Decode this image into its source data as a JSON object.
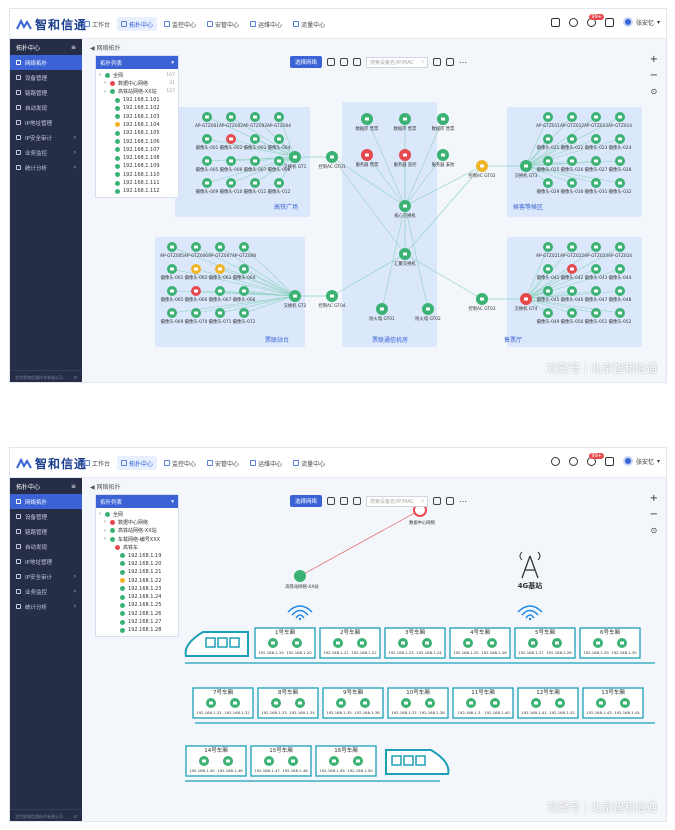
{
  "brand": {
    "name": "智和信通"
  },
  "nav": [
    {
      "label": "工作台",
      "active": false
    },
    {
      "label": "拓扑中心",
      "active": true
    },
    {
      "label": "监控中心",
      "active": false
    },
    {
      "label": "安管中心",
      "active": false
    },
    {
      "label": "运维中心",
      "active": false
    },
    {
      "label": "流量中心",
      "active": false
    }
  ],
  "user": {
    "name": "张安忆",
    "badge": "99+"
  },
  "sidebar": {
    "header": "拓扑中心",
    "items": [
      {
        "label": "网络拓扑",
        "active": true,
        "arrow": false
      },
      {
        "label": "设备管理",
        "active": false,
        "arrow": false
      },
      {
        "label": "链路管理",
        "active": false,
        "arrow": false
      },
      {
        "label": "自动发现",
        "active": false,
        "arrow": false
      },
      {
        "label": "IP地址管理",
        "active": false,
        "arrow": false
      },
      {
        "label": "IP安全审计",
        "active": false,
        "arrow": true
      },
      {
        "label": "业务监控",
        "active": false,
        "arrow": true
      },
      {
        "label": "统计分析",
        "active": false,
        "arrow": true
      }
    ],
    "footer": "北京智和信通技术有限公司"
  },
  "breadcrumb": "网络拓扑",
  "toolbar": {
    "button": "选择网络",
    "search_placeholder": "搜索设备名/IP/MAC"
  },
  "screen1": {
    "panel_title": "拓扑列表",
    "tree": [
      {
        "text": "全网",
        "indent": 0,
        "color": "#3bb273",
        "count": "107"
      },
      {
        "text": "数据中心网络",
        "indent": 1,
        "color": "#e5484d",
        "count": "31"
      },
      {
        "text": "高铁站网络-XX站",
        "indent": 1,
        "color": "#3bb273",
        "count": "127"
      },
      {
        "text": "192.168.1.101",
        "indent": 2,
        "color": "#3bb273",
        "count": ""
      },
      {
        "text": "192.168.1.102",
        "indent": 2,
        "color": "#3bb273",
        "count": ""
      },
      {
        "text": "192.168.1.103",
        "indent": 2,
        "color": "#3bb273",
        "count": ""
      },
      {
        "text": "192.168.1.104",
        "indent": 2,
        "color": "#f0b429",
        "count": ""
      },
      {
        "text": "192.168.1.105",
        "indent": 2,
        "color": "#3bb273",
        "count": ""
      },
      {
        "text": "192.168.1.106",
        "indent": 2,
        "color": "#3bb273",
        "count": ""
      },
      {
        "text": "192.168.1.107",
        "indent": 2,
        "color": "#3bb273",
        "count": ""
      },
      {
        "text": "192.168.1.108",
        "indent": 2,
        "color": "#3bb273",
        "count": ""
      },
      {
        "text": "192.168.1.109",
        "indent": 2,
        "color": "#3bb273",
        "count": ""
      },
      {
        "text": "192.168.1.110",
        "indent": 2,
        "color": "#3bb273",
        "count": ""
      },
      {
        "text": "192.168.1.111",
        "indent": 2,
        "color": "#3bb273",
        "count": ""
      },
      {
        "text": "192.168.1.112",
        "indent": 2,
        "color": "#3bb273",
        "count": ""
      }
    ],
    "areas": [
      {
        "label": "高铁广场"
      },
      {
        "label": "候客等候区"
      },
      {
        "label": "售票厅"
      },
      {
        "label": "票联站台"
      },
      {
        "label": "票联通信机房"
      }
    ],
    "core": {
      "label": "核心交换机"
    },
    "agg": {
      "label": "汇聚交换机"
    },
    "servers": [
      {
        "label": "数据库 售票"
      },
      {
        "label": "数据库 售票"
      },
      {
        "label": "数据库 售票"
      },
      {
        "label": "服务器 售票"
      },
      {
        "label": "服务器 监控"
      },
      {
        "label": "服务器 安防"
      }
    ],
    "firewalls": [
      {
        "label": "防火墙 GT01"
      },
      {
        "label": "防火墙 GT02"
      }
    ],
    "acs": [
      {
        "label": "控制AC GT01"
      },
      {
        "label": "控制AC GT02"
      },
      {
        "label": "控制AC GT03"
      },
      {
        "label": "控制AC GT04"
      }
    ],
    "switches": [
      {
        "label": "交换机 GT1"
      },
      {
        "label": "交换机 GT3"
      },
      {
        "label": "交换机 GT4"
      },
      {
        "label": "交换机 GT2"
      }
    ],
    "cams_tl": [
      "摄像头-001",
      "摄像头-002",
      "摄像头-003",
      "摄像头-004",
      "摄像头-005",
      "摄像头-006",
      "摄像头-007",
      "摄像头-008",
      "摄像头-009",
      "摄像头-010",
      "摄像头-011",
      "摄像头-012"
    ],
    "cams_tr": [
      "摄像头-021",
      "摄像头-022",
      "摄像头-023",
      "摄像头-024",
      "摄像头-025",
      "摄像头-026",
      "摄像头-027",
      "摄像头-028",
      "摄像头-029",
      "摄像头-030",
      "摄像头-031",
      "摄像头-032"
    ],
    "cams_bl": [
      "摄像头-061",
      "摄像头-062",
      "摄像头-063",
      "摄像头-064",
      "摄像头-065",
      "摄像头-066",
      "摄像头-067",
      "摄像头-068",
      "摄像头-069",
      "摄像头-070",
      "摄像头-071",
      "摄像头-072"
    ],
    "cams_br": [
      "摄像头-041",
      "摄像头-042",
      "摄像头-043",
      "摄像头-044",
      "摄像头-045",
      "摄像头-046",
      "摄像头-047",
      "摄像头-048",
      "摄像头-049",
      "摄像头-050",
      "摄像头-051",
      "摄像头-052"
    ],
    "aps_tl": [
      "AP-GTZ001",
      "AP-GTZ002",
      "AP-GTZ003",
      "AP-GTZ004"
    ],
    "aps_tr": [
      "AP-GTZ011",
      "AP-GTZ012",
      "AP-GTZ013",
      "AP-GTZ014"
    ],
    "aps_bl": [
      "AP-GTZ005",
      "AP-GTZ006",
      "AP-GTZ007",
      "AP-GTZ008"
    ],
    "aps_br": [
      "AP-GTZ021",
      "AP-GTZ022",
      "AP-GTZ023",
      "AP-GTZ024"
    ]
  },
  "screen2": {
    "panel_title": "拓扑列表",
    "tree": [
      {
        "text": "全网",
        "indent": 0,
        "color": "#3bb273",
        "count": ""
      },
      {
        "text": "数据中心网络",
        "indent": 1,
        "color": "#e5484d",
        "count": ""
      },
      {
        "text": "高铁站网络-XX站",
        "indent": 1,
        "color": "#3bb273",
        "count": ""
      },
      {
        "text": "车载网络-编号XXX",
        "indent": 1,
        "color": "#3bb273",
        "count": ""
      },
      {
        "text": "高铁车",
        "indent": 2,
        "color": "#e5484d",
        "count": ""
      },
      {
        "text": "192.168.1.19",
        "indent": 3,
        "color": "#3bb273",
        "count": ""
      },
      {
        "text": "192.168.1.20",
        "indent": 3,
        "color": "#3bb273",
        "count": ""
      },
      {
        "text": "192.168.1.21",
        "indent": 3,
        "color": "#3bb273",
        "count": ""
      },
      {
        "text": "192.168.1.22",
        "indent": 3,
        "color": "#f0b429",
        "count": ""
      },
      {
        "text": "192.168.1.23",
        "indent": 3,
        "color": "#3bb273",
        "count": ""
      },
      {
        "text": "192.168.1.24",
        "indent": 3,
        "color": "#3bb273",
        "count": ""
      },
      {
        "text": "192.168.1.25",
        "indent": 3,
        "color": "#3bb273",
        "count": ""
      },
      {
        "text": "192.168.1.26",
        "indent": 3,
        "color": "#3bb273",
        "count": ""
      },
      {
        "text": "192.168.1.27",
        "indent": 3,
        "color": "#3bb273",
        "count": ""
      },
      {
        "text": "192.168.1.28",
        "indent": 3,
        "color": "#3bb273",
        "count": ""
      }
    ],
    "dc_label": "数据中心网络",
    "station_label": "高铁站网络-XX站",
    "base_station": "4G基站",
    "cars": [
      {
        "title": "1号车厢",
        "ips": [
          "192.168.1.19",
          "192.168.1.20"
        ]
      },
      {
        "title": "2号车厢",
        "ips": [
          "192.168.1.21",
          "192.168.1.22"
        ]
      },
      {
        "title": "3号车厢",
        "ips": [
          "192.168.1.23",
          "192.168.1.24"
        ]
      },
      {
        "title": "4号车厢",
        "ips": [
          "192.168.1.25",
          "192.168.1.26"
        ]
      },
      {
        "title": "5号车厢",
        "ips": [
          "192.168.1.27",
          "192.168.1.28"
        ]
      },
      {
        "title": "6号车厢",
        "ips": [
          "192.168.1.29",
          "192.168.1.30"
        ]
      },
      {
        "title": "7号车厢",
        "ips": [
          "192.168.1.31",
          "192.168.1.32"
        ]
      },
      {
        "title": "8号车厢",
        "ips": [
          "192.168.1.33",
          "192.168.1.34"
        ]
      },
      {
        "title": "9号车厢",
        "ips": [
          "192.168.1.35",
          "192.168.1.36"
        ]
      },
      {
        "title": "10号车厢",
        "ips": [
          "192.168.1.37",
          "192.168.1.38"
        ]
      },
      {
        "title": "11号车厢",
        "ips": [
          "192.168.1.3",
          "192.168.1.40"
        ]
      },
      {
        "title": "12号车厢",
        "ips": [
          "192.168.1.41",
          "192.168.1.42"
        ]
      },
      {
        "title": "13号车厢",
        "ips": [
          "192.168.1.43",
          "192.168.1.44"
        ]
      },
      {
        "title": "14号车厢",
        "ips": [
          "192.168.1.45",
          "192.168.1.46"
        ]
      },
      {
        "title": "15号车厢",
        "ips": [
          "192.168.1.47",
          "192.168.1.48"
        ]
      },
      {
        "title": "16号车厢",
        "ips": [
          "192.168.1.49",
          "192.168.1.50"
        ]
      }
    ]
  },
  "watermark": {
    "source": "欢聚号",
    "sep": "|",
    "company": "北京智和信通"
  },
  "colors": {
    "primary": "#3b63d6",
    "sidebar": "#262d47",
    "ok": "#3bb273",
    "warn": "#f0b429",
    "err": "#e5484d",
    "teal": "#1aa0b8",
    "area": "#dbe7fb"
  }
}
